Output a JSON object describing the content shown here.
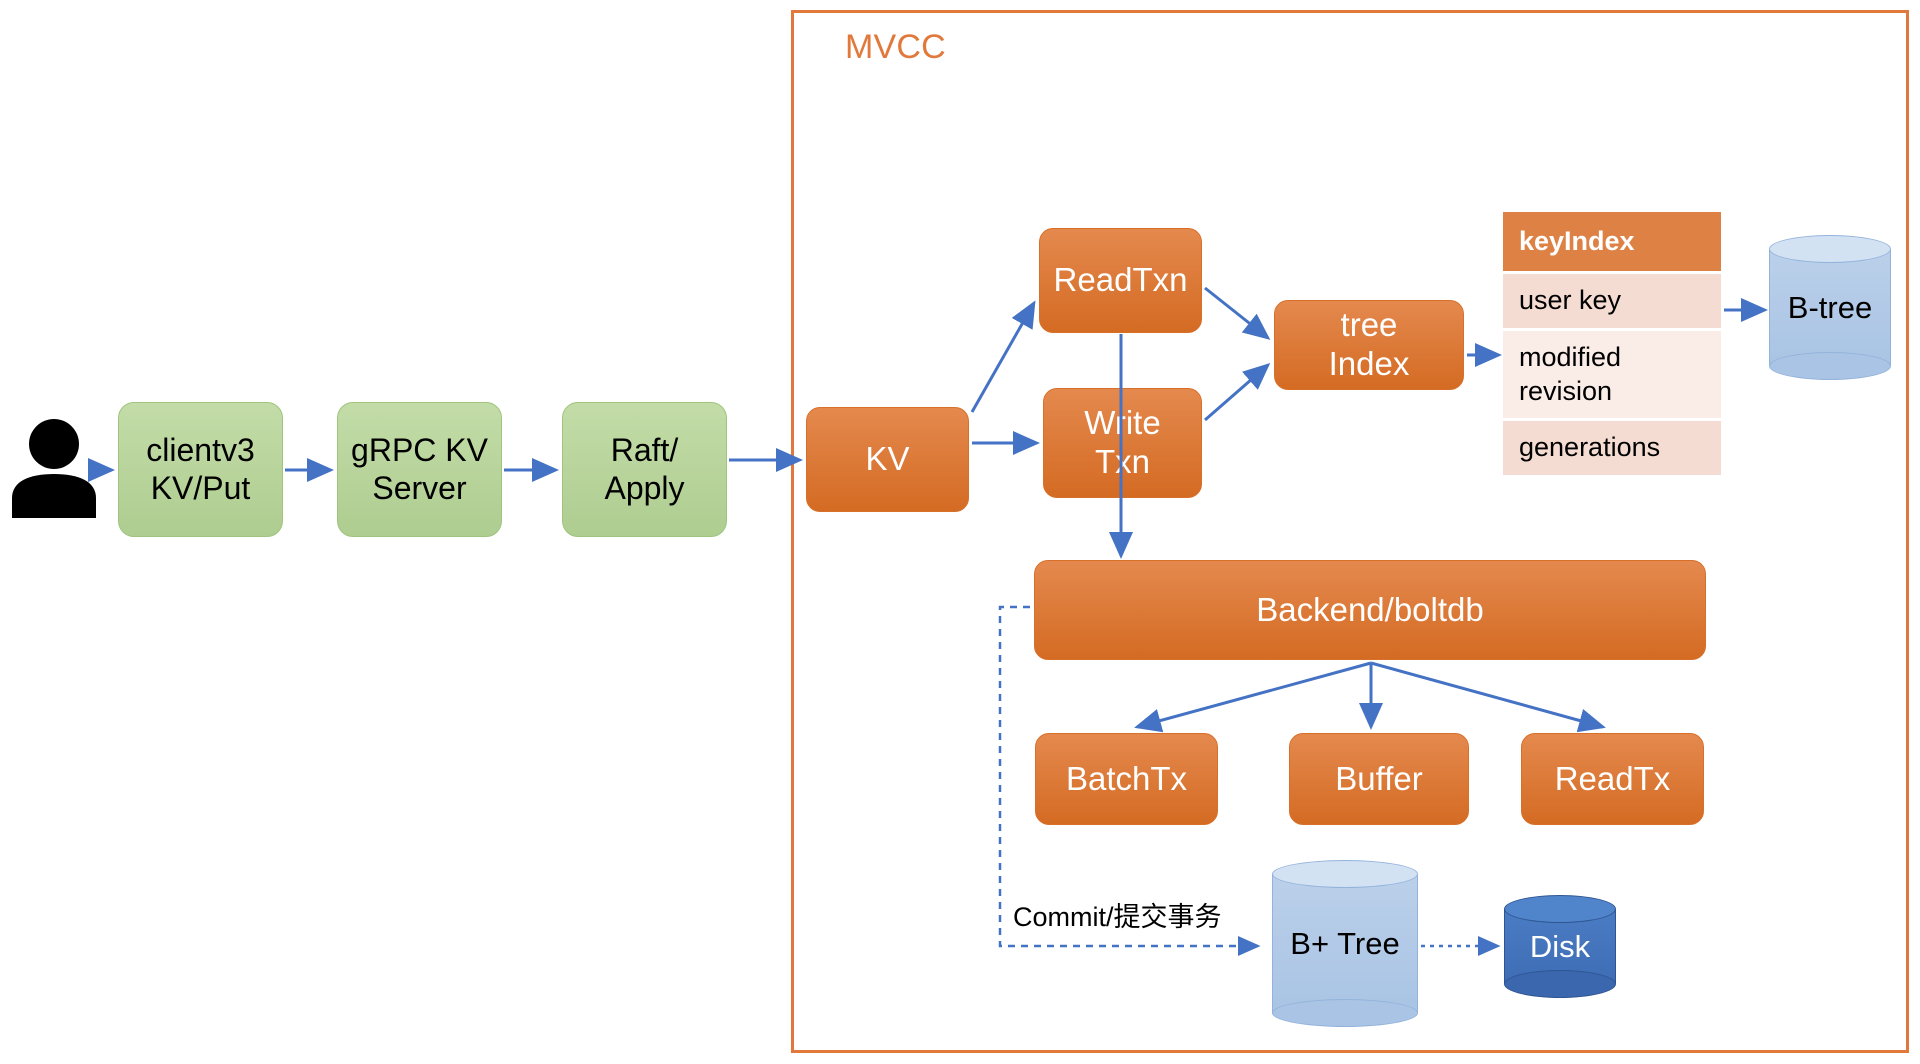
{
  "diagram": {
    "title": "etcd MVCC write path",
    "colors": {
      "mvcc_border": "#E1783C",
      "mvcc_label": "#E1783C",
      "orange_node": "#D9702A",
      "green_node": "#AECD90",
      "arrow": "#4472C4",
      "keyindex_header": "#DD8244",
      "keyindex_row_a": "#F4DCD2",
      "keyindex_row_b": "#FAEDE8",
      "cylinder_light": "#A9C4E4",
      "cylinder_dark": "#4472C4"
    }
  },
  "mvcc": {
    "label": "MVCC"
  },
  "actor": {
    "icon": "person-icon"
  },
  "pipeline": [
    {
      "id": "clientv3",
      "label": "clientv3\nKV/Put",
      "line1": "clientv3",
      "line2": "KV/Put"
    },
    {
      "id": "grpc",
      "label": "gRPC KV\nServer",
      "line1": "gRPC KV",
      "line2": "Server"
    },
    {
      "id": "raft",
      "label": "Raft/\nApply",
      "line1": "Raft/",
      "line2": "Apply"
    }
  ],
  "mvcc_nodes": [
    {
      "id": "kv",
      "line1": "KV",
      "line2": ""
    },
    {
      "id": "readtxn",
      "line1": "ReadTxn",
      "line2": ""
    },
    {
      "id": "writetxn",
      "line1": "Write",
      "line2": "Txn"
    },
    {
      "id": "treeindex",
      "line1": "tree",
      "line2": "Index"
    },
    {
      "id": "backend",
      "line1": "Backend/boltdb",
      "line2": ""
    },
    {
      "id": "batchtx",
      "line1": "BatchTx",
      "line2": ""
    },
    {
      "id": "buffer",
      "line1": "Buffer",
      "line2": ""
    },
    {
      "id": "readtx",
      "line1": "ReadTx",
      "line2": ""
    }
  ],
  "keyindex": {
    "header": "keyIndex",
    "rows": [
      {
        "text": "user key"
      },
      {
        "text": "modified\nrevision",
        "line1": "modified",
        "line2": "revision"
      },
      {
        "text": "generations"
      }
    ]
  },
  "storage": [
    {
      "id": "btree",
      "label": "B-tree",
      "style": "light"
    },
    {
      "id": "bplus",
      "label": "B+ Tree",
      "style": "light"
    },
    {
      "id": "disk",
      "label": "Disk",
      "style": "dark"
    }
  ],
  "annotations": {
    "commit": "Commit/提交事务"
  }
}
